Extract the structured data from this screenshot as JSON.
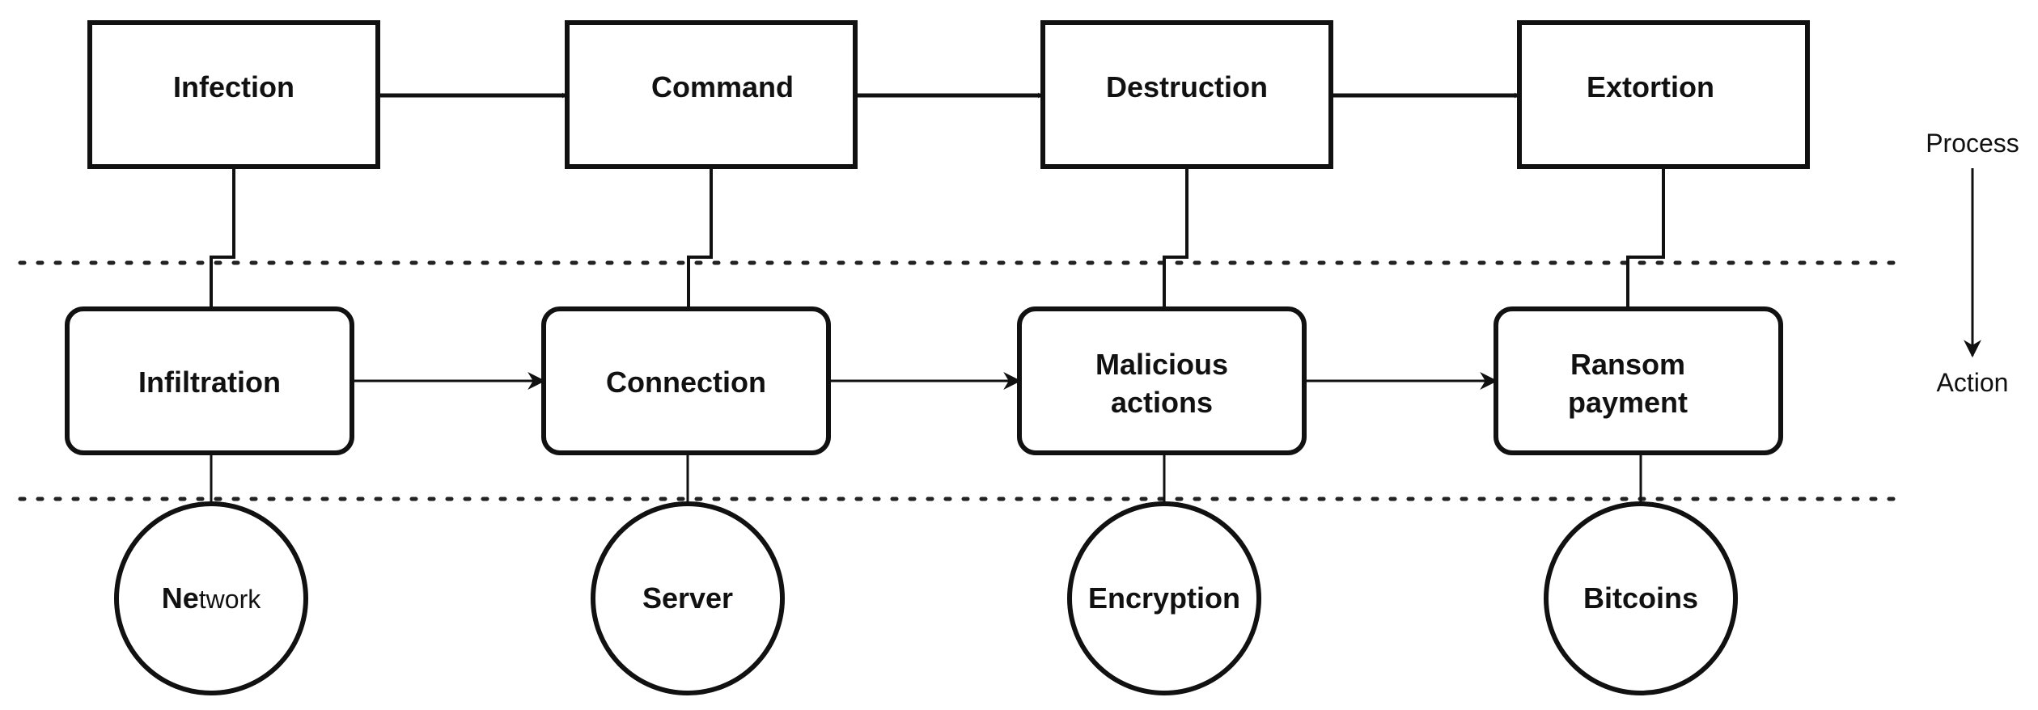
{
  "process_stages": [
    "Infection",
    "Command",
    "Destruction",
    "Extortion"
  ],
  "actions": [
    {
      "line1": "Infiltration",
      "line2": ""
    },
    {
      "line1": "Connection",
      "line2": ""
    },
    {
      "line1": "Malicious",
      "line2": "actions"
    },
    {
      "line1": "Ransom",
      "line2": "payment"
    }
  ],
  "assets": [
    {
      "bold_part": "Ne",
      "normal_part": "twork"
    },
    {
      "bold_part": "Server",
      "normal_part": ""
    },
    {
      "bold_part": "Encryption",
      "normal_part": ""
    },
    {
      "bold_part": "Bitcoins",
      "normal_part": ""
    }
  ],
  "side_labels": {
    "top": "Process",
    "bottom": "Action"
  }
}
